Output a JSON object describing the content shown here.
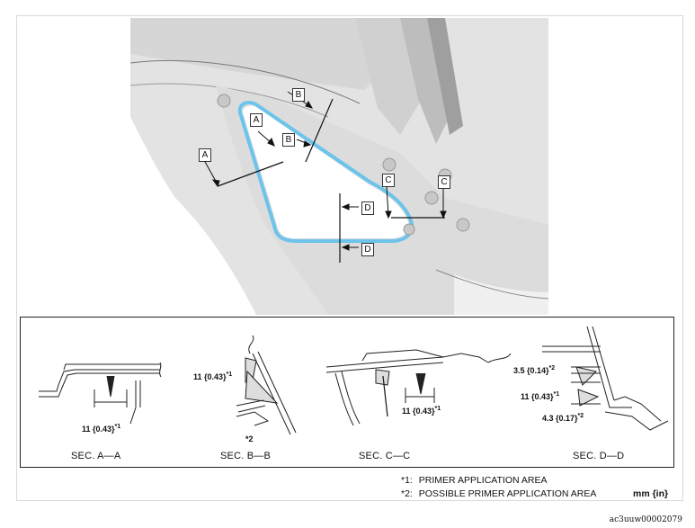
{
  "callouts": {
    "a": "A",
    "b": "B",
    "c": "C",
    "d": "D"
  },
  "measurements": {
    "sec_a": "11 {0.43}",
    "sec_a_mark": "*1",
    "sec_b_main": "11 {0.43}",
    "sec_b_main_mark": "*1",
    "sec_b_secondary": "*2",
    "sec_c": "11 {0.43}",
    "sec_c_mark": "*1",
    "sec_d_1": "3.5 {0.14}",
    "sec_d_1_mark": "*2",
    "sec_d_2": "11 {0.43}",
    "sec_d_2_mark": "*1",
    "sec_d_3": "4.3 {0.17}",
    "sec_d_3_mark": "*2"
  },
  "section_labels": {
    "a": "SEC. A—A",
    "b": "SEC. B—B",
    "c": "SEC. C—C",
    "d": "SEC. D—D"
  },
  "legend": {
    "item1_mark": "*1:",
    "item1_text": "PRIMER APPLICATION AREA",
    "item2_mark": "*2:",
    "item2_text": "POSSIBLE PRIMER APPLICATION AREA",
    "units": "mm {in}"
  },
  "image_code": "ac3uuw00002079",
  "colors": {
    "primer_line": "#6cc4ea",
    "panel_fill": "#e6e6e6",
    "panel_shade": "#cfcfcf"
  }
}
